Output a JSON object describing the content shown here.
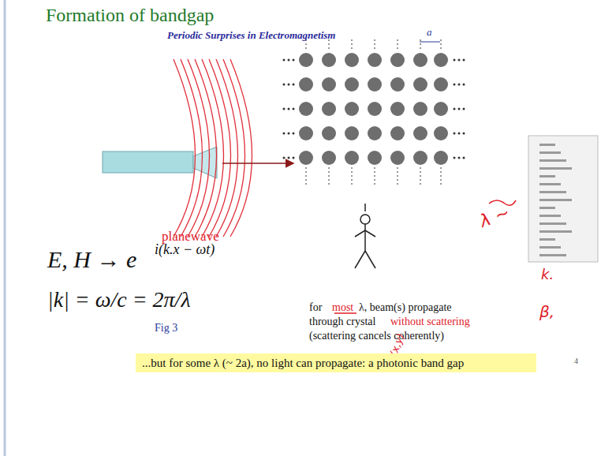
{
  "diagram": {
    "title": "Formation of bandgap",
    "nodes": [
      {
        "text": [
          "...but for some λ (~ 2a), no light can propagate: a photonic band gap"
        ]
      }
    ],
    "labels": [
      "Periodic Surprises in Electromagnetism",
      "a",
      "planewave",
      "E, H → e",
      "i(k.x − ωt)",
      "|k| = ω/c = 2π/λ",
      "Fig 3",
      "for",
      "most",
      "λ, beam(s) propagate",
      "through crystal",
      "without scattering",
      "(scattering cancels coherently)",
      "λ ~",
      "k.",
      "β,",
      "Δn(x,y)",
      "4"
    ]
  }
}
